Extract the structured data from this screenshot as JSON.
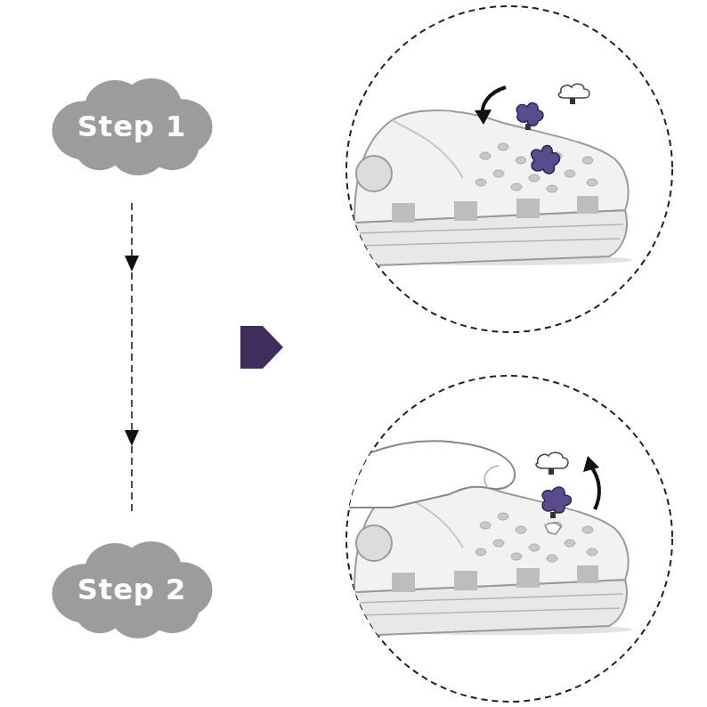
{
  "diagram": {
    "nodes": [
      {
        "text": [
          "Step 1"
        ]
      },
      {
        "text": [
          "Step 2"
        ]
      }
    ],
    "edges": [
      {
        "from": 0,
        "to": 1,
        "arrow": "to"
      }
    ]
  }
}
